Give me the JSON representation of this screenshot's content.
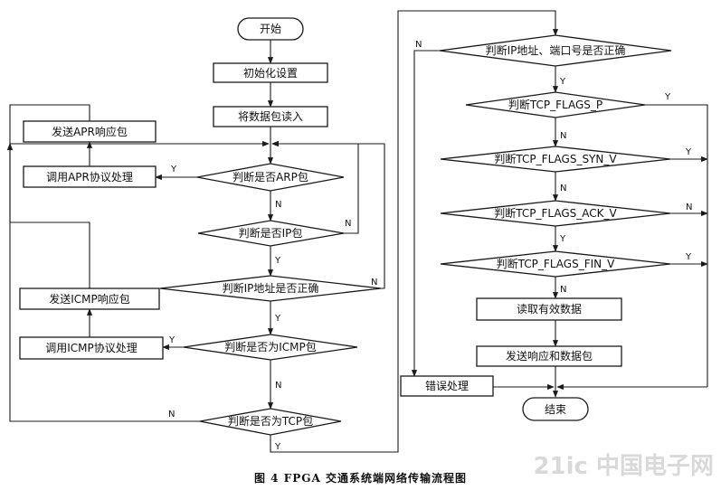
{
  "caption": "图 4   FPGA 交通系统端网络传输流程图",
  "watermark": "21ic 中国电子网",
  "nodes": {
    "start": "开始",
    "init": "初始化设置",
    "read": "将数据包读入",
    "is_arp": "判断是否ARP包",
    "arp_proc": "调用APR协议处理",
    "arp_resp": "发送APR响应包",
    "is_ip": "判断是否IP包",
    "ip_ok": "判断IP地址是否正确",
    "is_icmp": "判断是否为ICMP包",
    "icmp_proc": "调用ICMP协议处理",
    "icmp_resp": "发送ICMP响应包",
    "is_tcp": "判断是否为TCP包",
    "ip_port_ok": "判断IP地址、端口号是否正确",
    "flags_p": "判断TCP_FLAGS_P",
    "flags_syn": "判断TCP_FLAGS_SYN_V",
    "flags_ack": "判断TCP_FLAGS_ACK_V",
    "flags_fin": "判断TCP_FLAGS_FIN_V",
    "read_valid": "读取有效数据",
    "send_resp": "发送响应和数据包",
    "error": "错误处理",
    "end": "结束"
  },
  "labels": {
    "yes": "Y",
    "no": "N"
  }
}
